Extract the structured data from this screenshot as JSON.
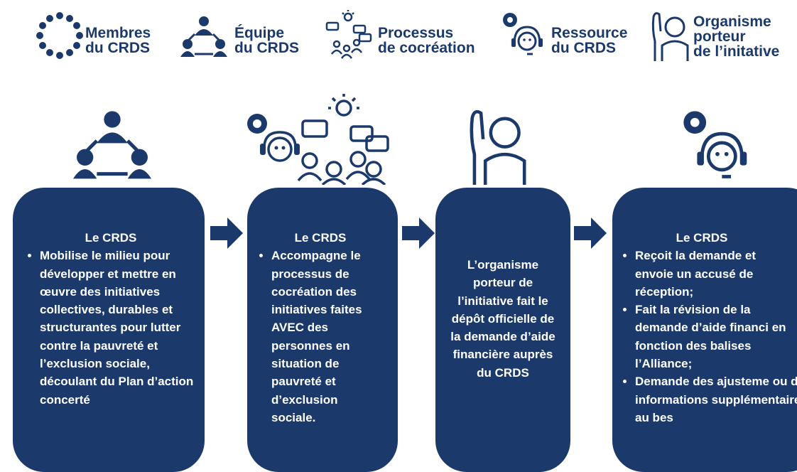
{
  "legend": [
    {
      "label": "Membres\ndu CRDS",
      "icon": "members-circle-icon"
    },
    {
      "label": "Équipe\ndu CRDS",
      "icon": "team-icon"
    },
    {
      "label": "Processus\nde cocréation",
      "icon": "cocreation-icon"
    },
    {
      "label": "Ressource\ndu CRDS",
      "icon": "resource-headset-icon"
    },
    {
      "label": "Organisme\nporteur\nde l’initative",
      "icon": "raised-hand-icon"
    }
  ],
  "steps": [
    {
      "icon": "team-icon",
      "title": "Le CRDS",
      "bullets": [
        "Mobilise le milieu pour développer et mettre en œuvre des initiatives collectives, durables et structurantes pour lutter contre la pauvreté et l’exclusion sociale, découlant du Plan d’action concerté"
      ]
    },
    {
      "icon": "cocreation-icon",
      "title": "Le CRDS",
      "bullets": [
        "Accompagne le processus de cocréation des initiatives faites AVEC des personnes en situation de pauvreté et d’exclusion sociale."
      ]
    },
    {
      "icon": "raised-hand-icon",
      "text": "L’organisme porteur de l’initiative fait le dépôt officielle de la demande d’aide financière auprès du CRDS"
    },
    {
      "icon": "resource-headset-icon",
      "title": "Le CRDS",
      "bullets": [
        "Reçoit la demande et envoie un accusé de réception;",
        "Fait la révision de la demande d’aide financi en fonction des balises l’Alliance;",
        "Demande des ajusteme ou des informations supplémentaires au bes"
      ]
    }
  ],
  "colors": {
    "primary": "#1b3a6b",
    "background": "#ffffff",
    "text_on_primary": "#ffffff"
  }
}
